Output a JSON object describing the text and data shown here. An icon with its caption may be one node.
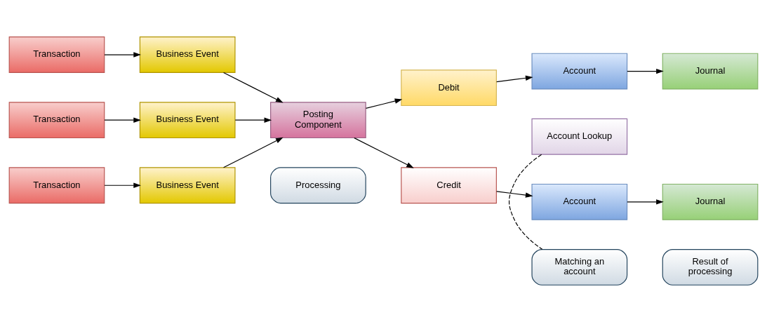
{
  "diagram": {
    "nodes": [
      {
        "text": [
          "Transaction"
        ]
      },
      {
        "text": [
          "Business Event"
        ]
      },
      {
        "text": [
          "Transaction"
        ]
      },
      {
        "text": [
          "Business Event"
        ]
      },
      {
        "text": [
          "Transaction"
        ]
      },
      {
        "text": [
          "Business Event"
        ]
      },
      {
        "text": [
          "Posting Component"
        ]
      },
      {
        "text": [
          "Debit"
        ]
      },
      {
        "text": [
          "Account"
        ]
      },
      {
        "text": [
          "Journal"
        ]
      },
      {
        "text": [
          "Account Lookup"
        ]
      },
      {
        "text": [
          "Credit"
        ]
      },
      {
        "text": [
          "Account"
        ]
      },
      {
        "text": [
          "Journal"
        ]
      },
      {
        "text": [
          "Processing"
        ]
      },
      {
        "text": [
          "Matching an account"
        ]
      },
      {
        "text": [
          "Result of processing"
        ]
      }
    ],
    "edges": [
      {
        "from": 0,
        "to": 1,
        "arrow": "to"
      },
      {
        "from": 2,
        "to": 3,
        "arrow": "to"
      },
      {
        "from": 4,
        "to": 5,
        "arrow": "to"
      },
      {
        "from": 1,
        "to": 6,
        "arrow": "to"
      },
      {
        "from": 3,
        "to": 6,
        "arrow": "to"
      },
      {
        "from": 5,
        "to": 6,
        "arrow": "to"
      },
      {
        "from": 6,
        "to": 7,
        "arrow": "to"
      },
      {
        "from": 6,
        "to": 11,
        "arrow": "to"
      },
      {
        "from": 7,
        "to": 8,
        "arrow": "to"
      },
      {
        "from": 11,
        "to": 12,
        "arrow": "to"
      },
      {
        "from": 8,
        "to": 9,
        "arrow": "to"
      },
      {
        "from": 12,
        "to": 13,
        "arrow": "to"
      },
      {
        "from": 10,
        "to": 15,
        "arrow": "none",
        "style": "dashed"
      }
    ]
  }
}
